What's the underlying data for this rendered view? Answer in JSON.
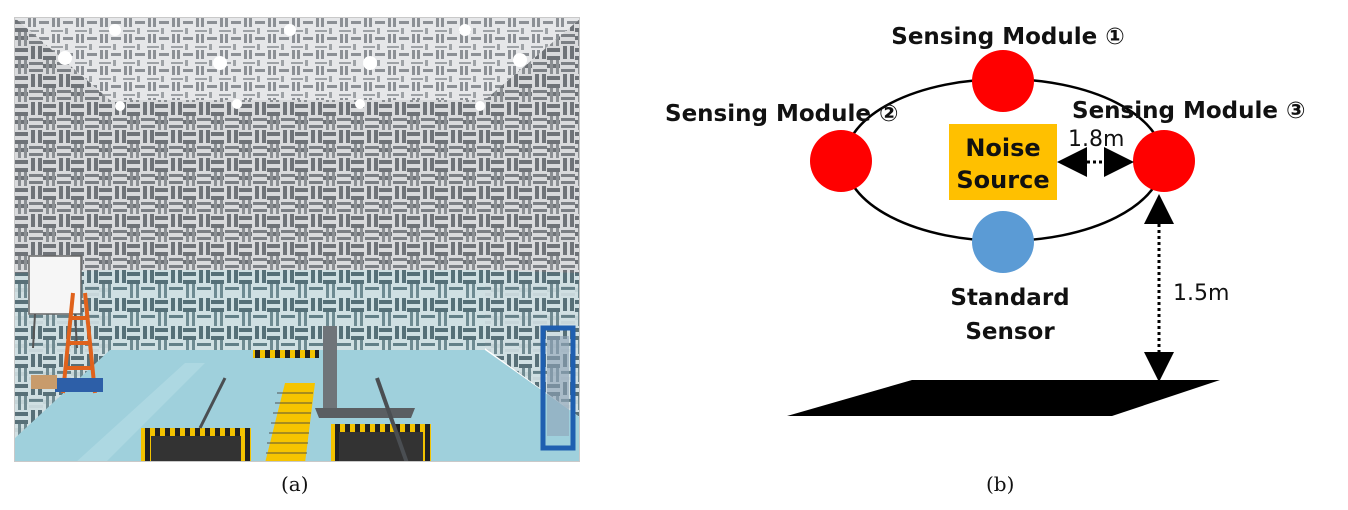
{
  "panel_a": {
    "caption": "(a)"
  },
  "panel_b": {
    "caption": "(b)",
    "module_1_label": "Sensing Module ①",
    "module_2_label": "Sensing Module ②",
    "module_3_label": "Sensing Module ③",
    "noise_source_line1": "Noise",
    "noise_source_line2": "Source",
    "standard_sensor_line1": "Standard",
    "standard_sensor_line2": "Sensor",
    "horizontal_distance": "1.8m",
    "vertical_distance": "1.5m"
  },
  "colors": {
    "sensing_module": "#ff0000",
    "standard_sensor": "#5b9bd5",
    "noise_source": "#ffc000",
    "floor": "#000000",
    "chamber_floor": "#9fd0dc",
    "chamber_wall": "#b9bcc0"
  }
}
